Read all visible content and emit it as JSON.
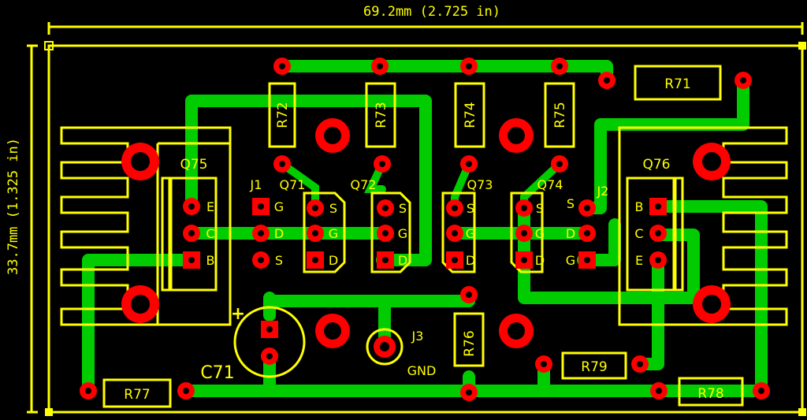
{
  "colors": {
    "background": "#000000",
    "trace": "#00cc00",
    "pad": "#ff0000",
    "silkscreen": "#ffff00",
    "drill": "#333333"
  },
  "dimensions": {
    "width": "69.2mm (2.725 in)",
    "height": "33.7mm (1.325 in)"
  },
  "components": {
    "r71": "R71",
    "r72": "R72",
    "r73": "R73",
    "r74": "R74",
    "r75": "R75",
    "r76": "R76",
    "r77": "R77",
    "r78": "R78",
    "r79": "R79",
    "q71": "Q71",
    "q72": "Q72",
    "q73": "Q73",
    "q74": "Q74",
    "q75": "Q75",
    "q76": "Q76",
    "j1": "J1",
    "j2": "J2",
    "j3": "J3",
    "gnd": "GND",
    "c71": "C71",
    "c71_polarity": "+"
  },
  "pin_labels": {
    "q75": [
      "E",
      "C",
      "B"
    ],
    "j1": [
      "G",
      "D",
      "S"
    ],
    "q71": [
      "S",
      "G",
      "D"
    ],
    "q72": [
      "S",
      "G",
      "D"
    ],
    "q73": [
      "S",
      "G",
      "D"
    ],
    "q74": [
      "S",
      "G",
      "D"
    ],
    "j2": [
      "S",
      "D",
      "G"
    ],
    "q76": [
      "B",
      "C",
      "E"
    ]
  }
}
